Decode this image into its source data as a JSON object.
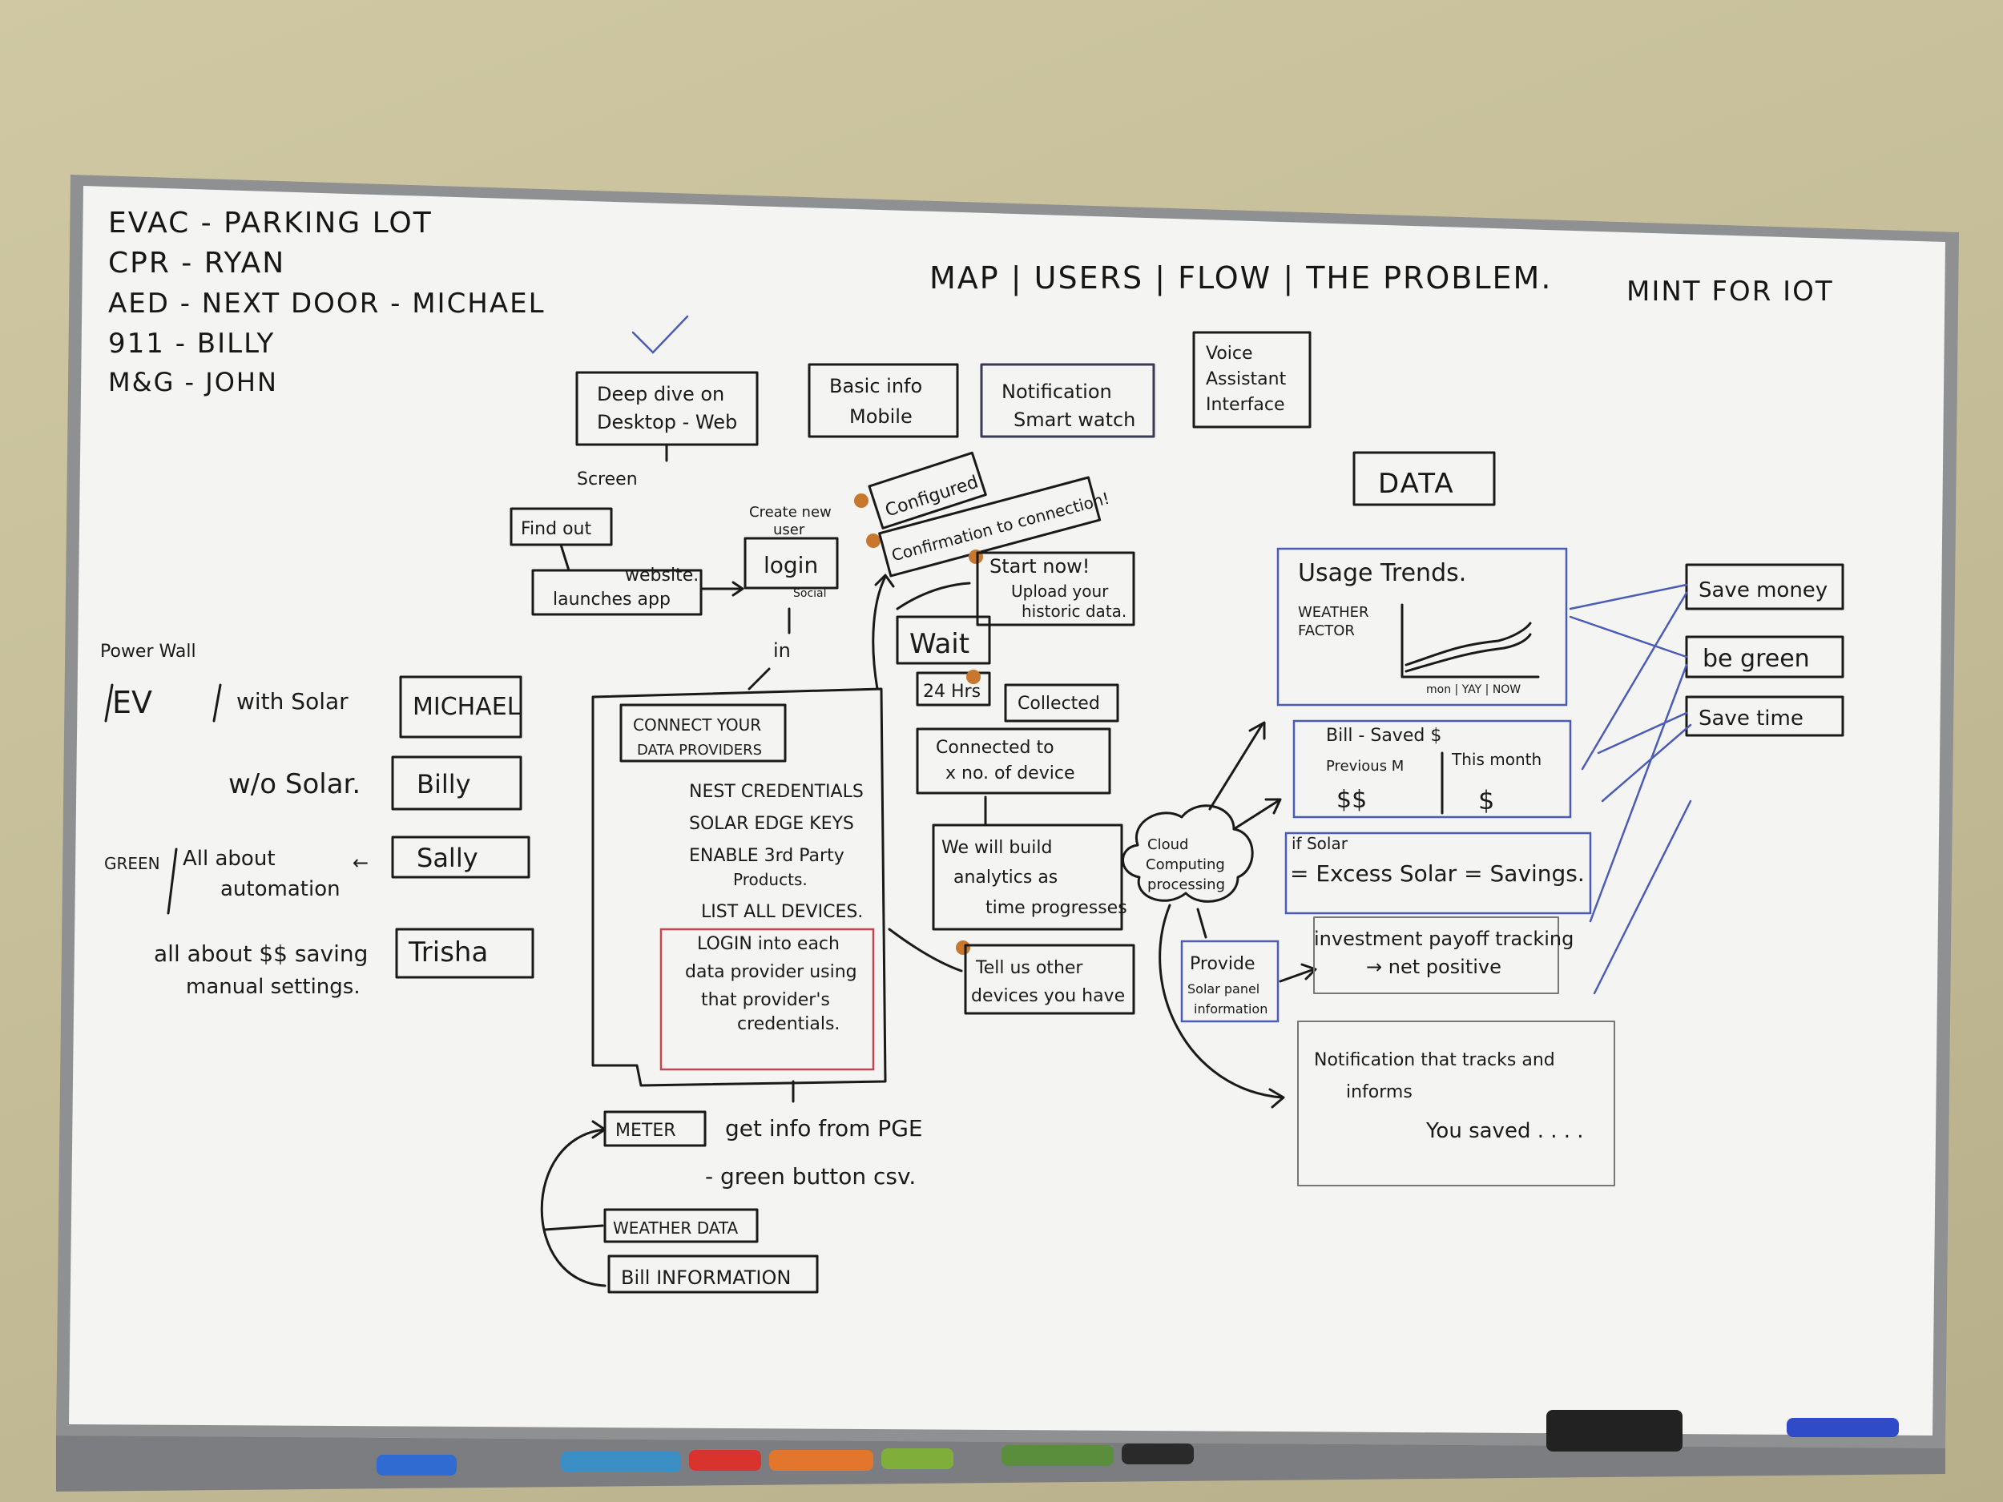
{
  "roles": [
    "EVAC - PARKING LOT",
    "CPR - RYAN",
    "AED - NEXT DOOR - MICHAEL",
    "911 - BILLY",
    "M&G - JOHN"
  ],
  "heading": "MAP | USERS | FLOW | THE PROBLEM.",
  "mint_note": "MINT FOR IOT",
  "channels": {
    "desktop": [
      "Deep dive on",
      "Desktop - Web"
    ],
    "mobile": [
      "Basic info",
      "Mobile"
    ],
    "watch": [
      "Notification",
      "Smart watch"
    ],
    "voice": [
      "Voice",
      "Assistant",
      "Interface"
    ]
  },
  "flow": {
    "screen": "Screen",
    "find_out": "Find out",
    "launches": "launches app",
    "website": "website.",
    "create_user": [
      "Create new",
      "user"
    ],
    "login": "login",
    "social": "Social",
    "in": "in",
    "configured": "Configured",
    "confirmation": "Confirmation to connection!",
    "start_now": "Start now!",
    "upload": [
      "Upload your",
      "historic data."
    ],
    "wait": "Wait",
    "hrs": "24 Hrs",
    "collected": "Collected",
    "connected": [
      "Connected to",
      "x no. of device"
    ],
    "build": [
      "We will build",
      "analytics as",
      "time progresses"
    ],
    "cloud": [
      "Cloud",
      "Computing",
      "processing"
    ],
    "tell": [
      "Tell us other",
      "devices you have"
    ],
    "provide": [
      "Provide",
      "Solar panel",
      "information"
    ]
  },
  "connect": {
    "title": [
      "CONNECT YOUR",
      "DATA PROVIDERS"
    ],
    "items": [
      "NEST CREDENTIALS",
      "SOLAR EDGE KEYS",
      "ENABLE 3rd Party",
      "Products.",
      "LIST ALL DEVICES."
    ],
    "login": [
      "LOGIN into each",
      "data provider using",
      "that provider's",
      "credentials."
    ]
  },
  "meter": {
    "meter": "METER",
    "pge": "get info from PGE",
    "green": "- green button csv.",
    "weather": "WEATHER DATA",
    "bill": "Bill INFORMATION"
  },
  "personas": {
    "power_wall": "Power Wall",
    "ev": "EV",
    "with_solar": "with Solar",
    "wo_solar": "w/o Solar.",
    "green": "GREEN",
    "automation": [
      "All about",
      "automation"
    ],
    "money": [
      "all about $$ saving",
      "manual settings."
    ],
    "names": [
      "MICHAEL",
      "Billy",
      "Sally",
      "Trisha"
    ]
  },
  "data": {
    "title": "DATA",
    "usage": "Usage Trends.",
    "weather": [
      "WEATHER",
      "FACTOR"
    ],
    "axis": "mon | YAY | NOW",
    "bill": "Bill - Saved $",
    "prev": "Previous M",
    "this_month": "This month",
    "prev_val": "$$",
    "this_val": "$",
    "if_solar": "if Solar",
    "excess": "= Excess Solar = Savings.",
    "invest": [
      "investment payoff tracking",
      "→ net positive"
    ],
    "notif": [
      "Notification that tracks and",
      "informs",
      "You saved . . . ."
    ]
  },
  "goals": [
    "Save money",
    "be green",
    "Save time"
  ]
}
